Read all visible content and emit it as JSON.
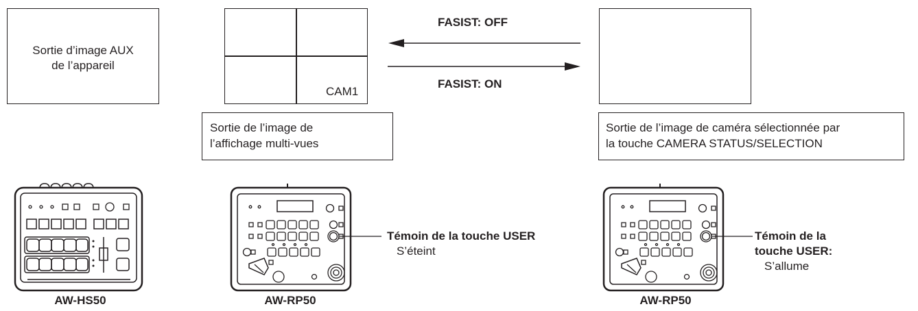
{
  "aux_output": {
    "line1": "Sortie d’image AUX",
    "line2": "de l’appareil"
  },
  "multiview": {
    "cell_label": "CAM1",
    "caption_line1": "Sortie de l’image de",
    "caption_line2": "l’affichage multi-vues"
  },
  "fasist": {
    "off_label": "FASIST: OFF",
    "on_label": "FASIST: ON"
  },
  "camera_output": {
    "caption_line1": "Sortie de l’image de caméra sélectionnée par",
    "caption_line2": "la touche CAMERA STATUS/SELECTION"
  },
  "devices": [
    {
      "model": "AW-HS50"
    },
    {
      "model": "AW-RP50",
      "indicator_title": "Témoin de la touche USER",
      "indicator_state": "S’éteint"
    },
    {
      "model": "AW-RP50",
      "indicator_title_line1": "Témoin de la",
      "indicator_title_line2": "touche USER:",
      "indicator_state": "S’allume"
    }
  ]
}
